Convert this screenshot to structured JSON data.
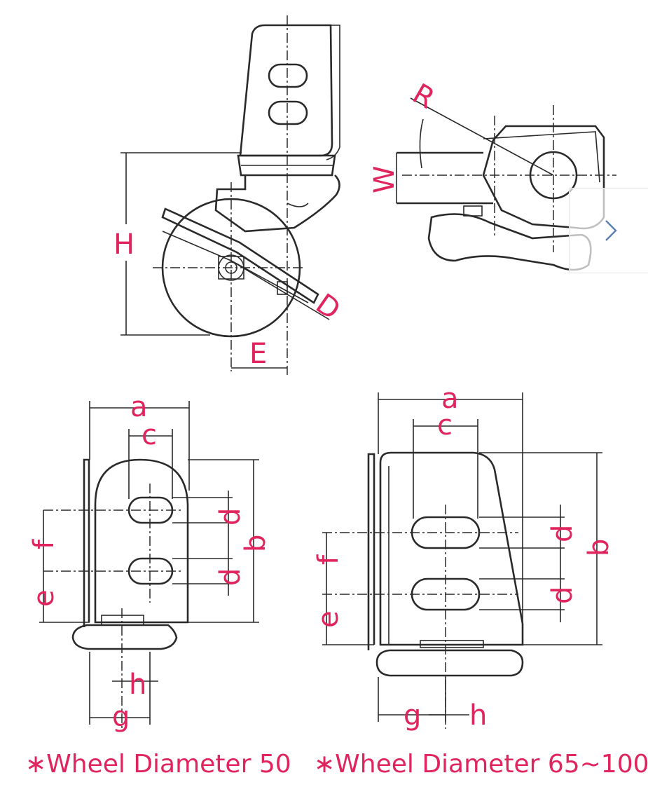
{
  "labels": {
    "H": "H",
    "W": "W",
    "R": "R",
    "D": "D",
    "E": "E",
    "a": "a",
    "b": "b",
    "c": "c",
    "d": "d",
    "e": "e",
    "f": "f",
    "g": "g",
    "h": "h"
  },
  "captions": {
    "wheel_50": "∗Wheel Diameter 50",
    "wheel_65_100": "∗Wheel Diameter 65~100"
  },
  "colors": {
    "label": "#e0245e",
    "line": "#2a2a2a"
  },
  "icons": {
    "next": "chevron-right-icon"
  }
}
